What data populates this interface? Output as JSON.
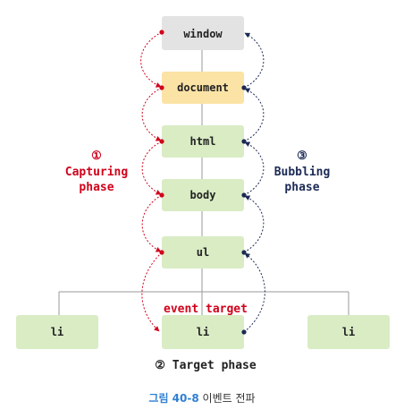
{
  "nodes": {
    "window": "window",
    "document": "document",
    "html": "html",
    "body": "body",
    "ul": "ul",
    "li_left": "li",
    "li_target": "li",
    "li_right": "li"
  },
  "capturing": {
    "number": "①",
    "line1": "Capturing",
    "line2": "phase"
  },
  "bubbling": {
    "number": "③",
    "line1": "Bubbling",
    "line2": "phase"
  },
  "event_target": "event target",
  "target_phase": "② Target phase",
  "caption": {
    "figure": "그림 40-8",
    "title": "이벤트 전파"
  },
  "colors": {
    "window_fill": "#e3e3e3",
    "document_fill": "#fbe3a6",
    "node_fill": "#d9ecc4",
    "capturing": "#d0021b",
    "bubbling": "#1b2a55",
    "line": "#999999"
  }
}
